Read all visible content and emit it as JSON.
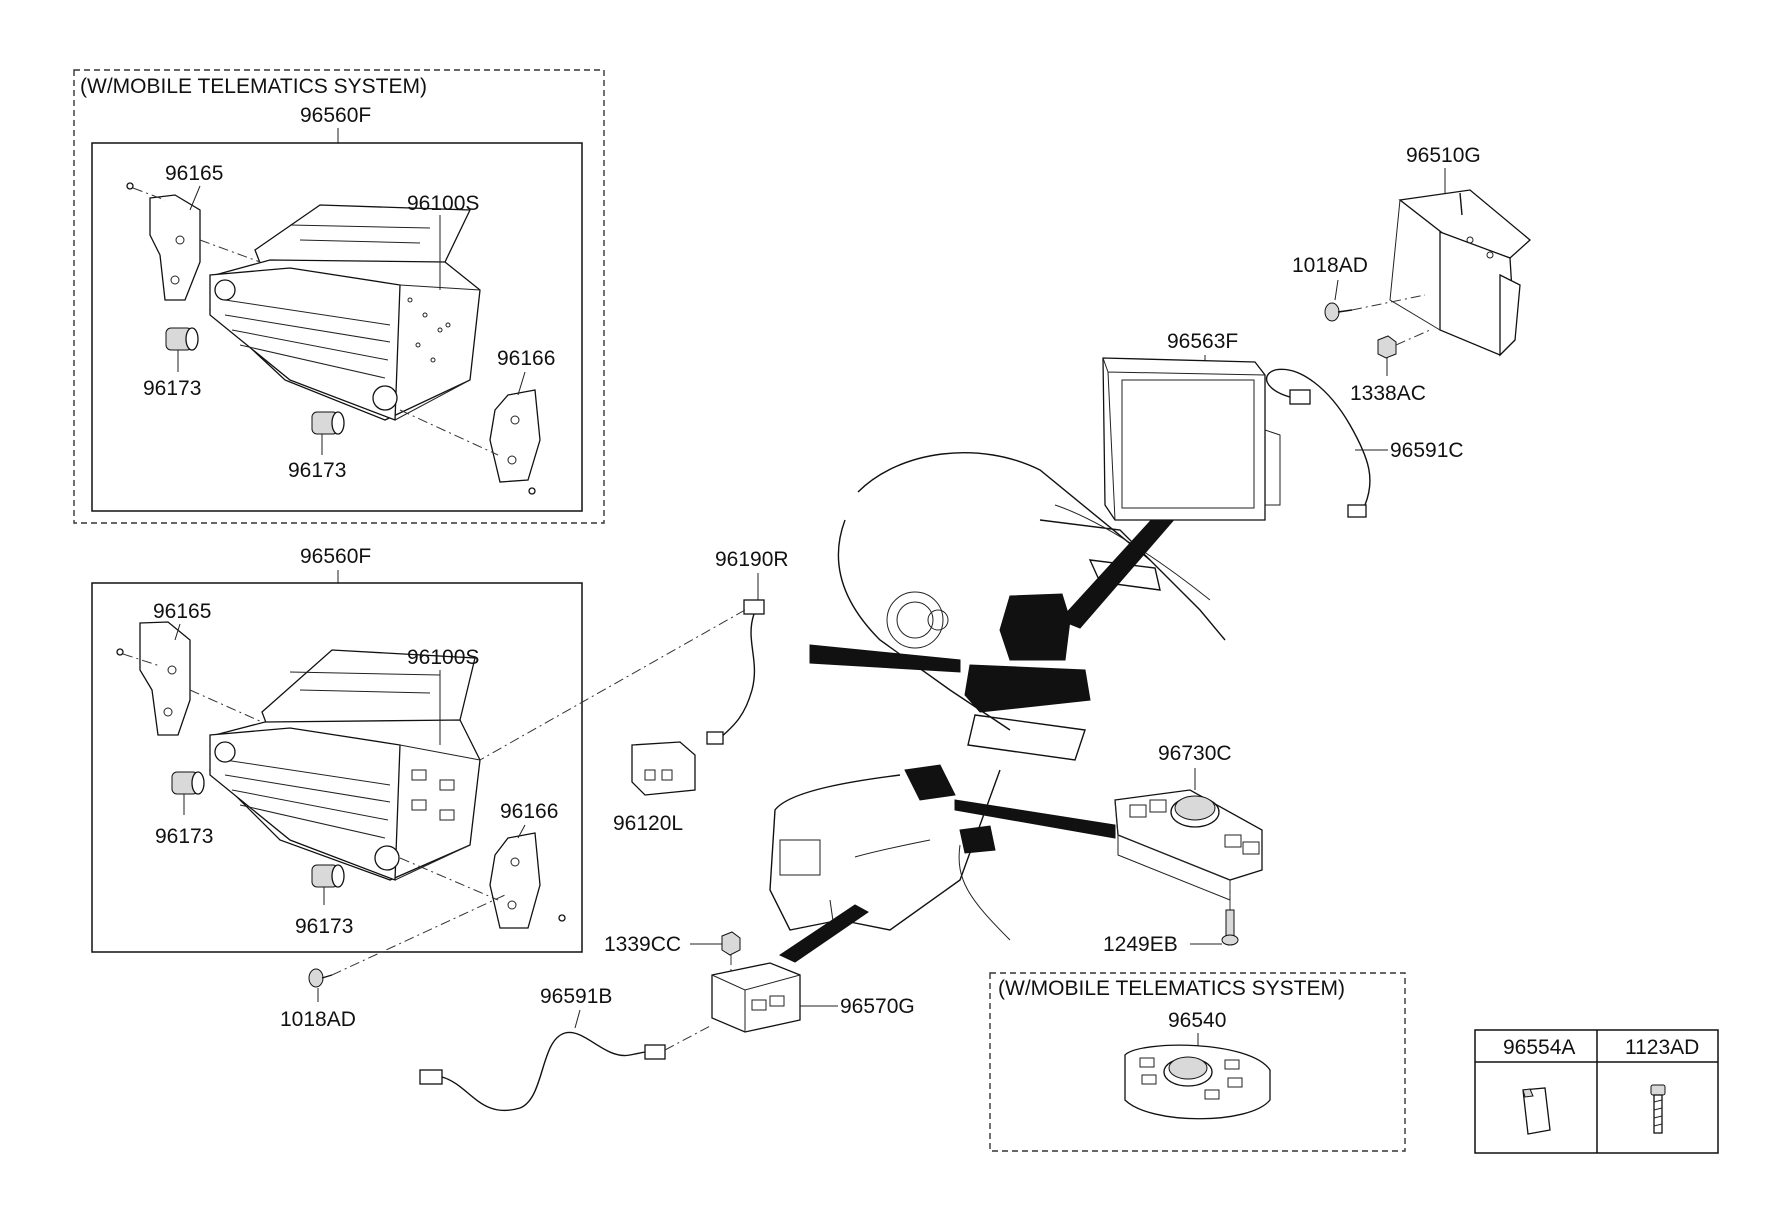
{
  "sections": {
    "top_left_header": "(W/MOBILE TELEMATICS SYSTEM)",
    "bottom_right_header": "(W/MOBILE TELEMATICS SYSTEM)"
  },
  "labels": {
    "assy_top": "96560F",
    "bracket_l_top": "96165",
    "unit_top": "96100S",
    "knob_top_a": "96173",
    "bracket_r_top": "96166",
    "knob_top_b": "96173",
    "assy_bottom": "96560F",
    "bracket_l_bot": "96165",
    "unit_bot": "96100S",
    "knob_bot_a": "96173",
    "bracket_r_bot": "96166",
    "knob_bot_b": "96173",
    "screw_bot": "1018AD",
    "harness_r": "96190R",
    "connector": "96120L",
    "nut_1339": "1339CC",
    "cable_b": "96591B",
    "module_g": "96570G",
    "module_top": "96510G",
    "bolt_top": "1018AD",
    "nut_top": "1338AC",
    "display": "96563F",
    "cable_c": "96591C",
    "controller": "96730C",
    "screw_1249": "1249EB",
    "controller_tms": "96540"
  },
  "parts_table": {
    "col1": "96554A",
    "col2": "1123AD"
  }
}
